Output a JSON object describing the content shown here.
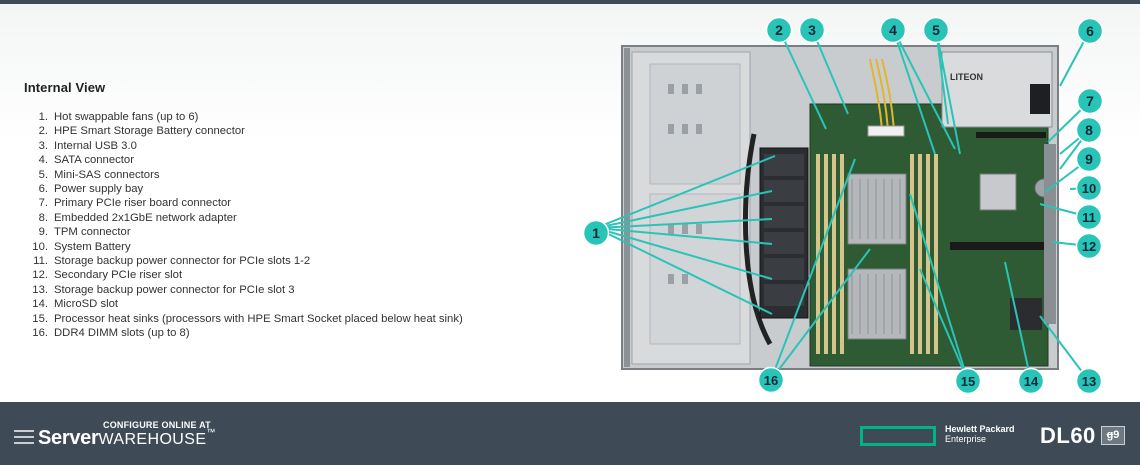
{
  "legend": {
    "title": "Internal View",
    "items": [
      {
        "num": "1.",
        "text": "Hot swappable fans (up to 6)"
      },
      {
        "num": "2.",
        "text": "HPE Smart Storage Battery connector"
      },
      {
        "num": "3.",
        "text": "Internal USB 3.0"
      },
      {
        "num": "4.",
        "text": "SATA connector"
      },
      {
        "num": "5.",
        "text": "Mini-SAS connectors"
      },
      {
        "num": "6.",
        "text": "Power supply bay"
      },
      {
        "num": "7.",
        "text": "Primary PCIe riser board connector"
      },
      {
        "num": "8.",
        "text": "Embedded 2x1GbE network adapter"
      },
      {
        "num": "9.",
        "text": "TPM connector"
      },
      {
        "num": "10.",
        "text": "System Battery"
      },
      {
        "num": "11.",
        "text": "Storage backup power connector for PCIe slots 1-2"
      },
      {
        "num": "12.",
        "text": "Secondary PCIe riser slot"
      },
      {
        "num": "13.",
        "text": "Storage backup power connector for PCIe slot 3"
      },
      {
        "num": "14.",
        "text": "MicroSD slot"
      },
      {
        "num": "15.",
        "text": "Processor heat sinks (processors with HPE Smart Socket placed below heat sink)"
      },
      {
        "num": "16.",
        "text": "DDR4 DIMM slots (up to 8)"
      }
    ]
  },
  "callouts": {
    "c1": "1",
    "c2": "2",
    "c3": "3",
    "c4": "4",
    "c5": "5",
    "c6": "6",
    "c7": "7",
    "c8": "8",
    "c9": "9",
    "c10": "10",
    "c11": "11",
    "c12": "12",
    "c13": "13",
    "c14": "14",
    "c15": "15",
    "c16": "16"
  },
  "psu_label": "LITEON",
  "footer": {
    "tagline": "CONFIGURE ONLINE AT",
    "brand_strong": "Server",
    "brand_light": "WAREHOUSE",
    "brand_tm": "™",
    "hpe_line1": "Hewlett Packard",
    "hpe_line2": "Enterprise",
    "model": "DL60",
    "gen_struck": "g",
    "gen_num": "9"
  },
  "colors": {
    "accent_teal": "#29c4b8",
    "footer_bg": "#3e4b57",
    "hpe_green": "#00b388"
  }
}
